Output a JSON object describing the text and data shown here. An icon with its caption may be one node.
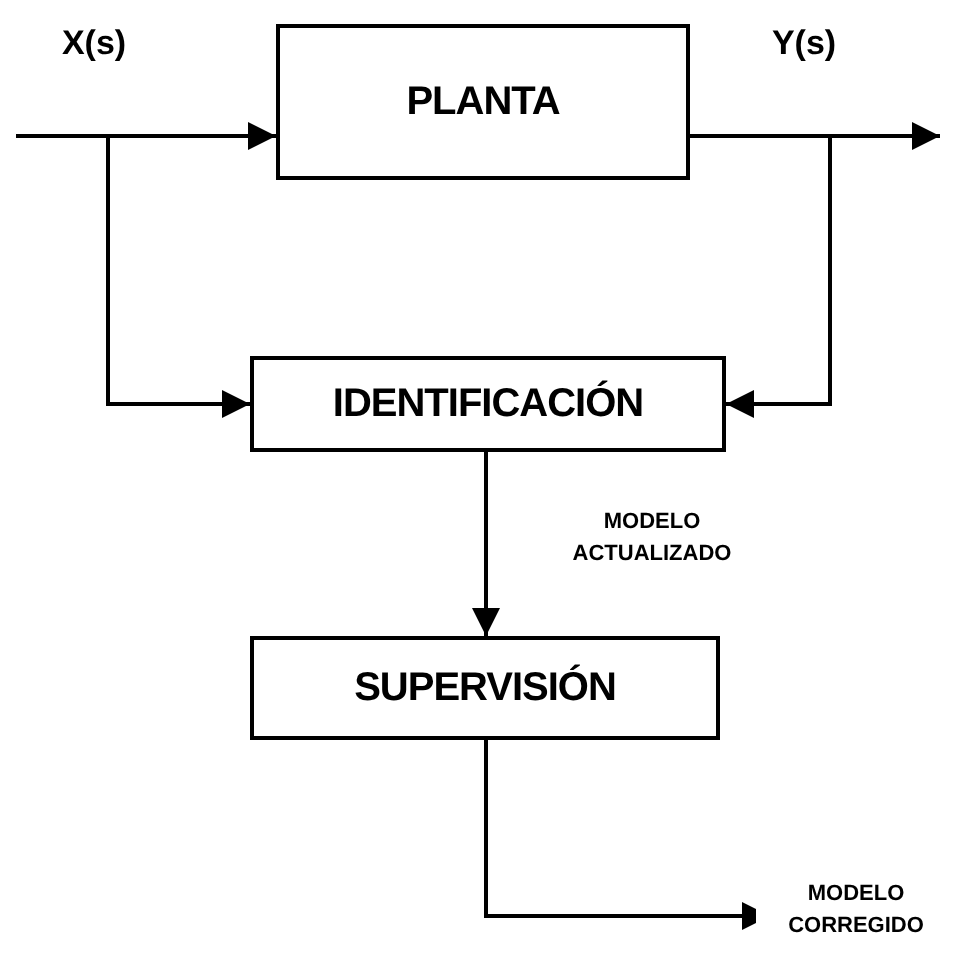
{
  "diagram": {
    "nodes": [
      {
        "text": [
          "PLANTA"
        ]
      },
      {
        "text": [
          "IDENTIFICACIÓN"
        ]
      },
      {
        "text": [
          "SUPERVISIÓN"
        ]
      }
    ],
    "edges": [
      {
        "from": null,
        "to": 0,
        "arrow": "to",
        "label": "X(s)"
      },
      {
        "from": null,
        "to": 1,
        "arrow": "to"
      },
      {
        "from": 0,
        "to": null,
        "arrow": "to",
        "label": "Y(s)"
      },
      {
        "from": 0,
        "to": 1,
        "arrow": "to"
      },
      {
        "from": 1,
        "to": 2,
        "arrow": "to",
        "label": "MODELO ACTUALIZADO"
      },
      {
        "from": 2,
        "to": null,
        "arrow": "to",
        "label": "MODELO CORREGIDO"
      }
    ]
  }
}
